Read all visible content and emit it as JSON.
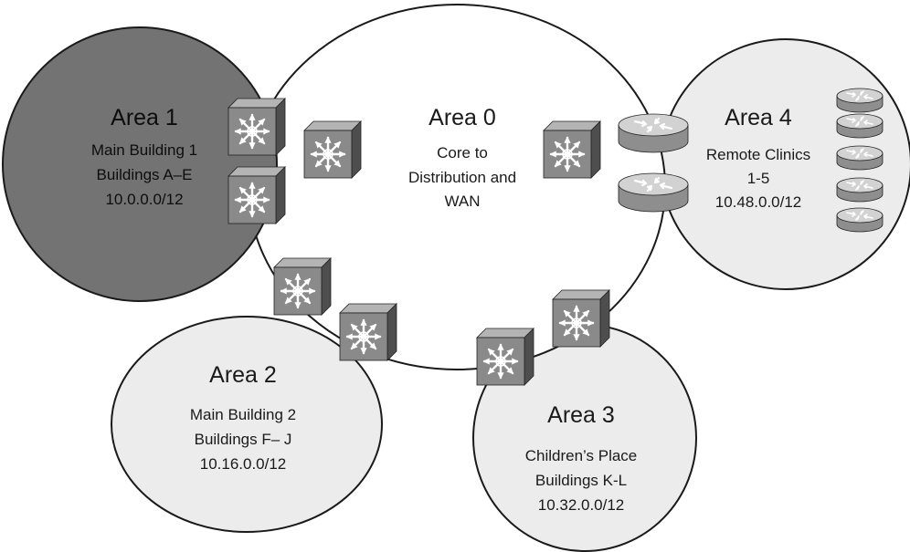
{
  "areas": {
    "area0": {
      "title": "Area 0",
      "lines": [
        "Core to",
        "Distribution and",
        "WAN"
      ]
    },
    "area1": {
      "title": "Area 1",
      "lines": [
        "Main Building 1",
        "Buildings A–E",
        "10.0.0.0/12"
      ]
    },
    "area2": {
      "title": "Area 2",
      "lines": [
        "Main Building 2",
        "Buildings F– J",
        "10.16.0.0/12"
      ]
    },
    "area3": {
      "title": "Area 3",
      "lines": [
        "Children’s Place",
        "Buildings K-L",
        "10.32.0.0/12"
      ]
    },
    "area4": {
      "title": "Area 4",
      "lines": [
        "Remote Clinics",
        "1-5",
        "10.48.0.0/12"
      ]
    }
  },
  "colors": {
    "area0_fill": "#ffffff",
    "area1_fill": "#737373",
    "area_light_fill": "#ececec",
    "outline": "#1a1a1a",
    "switch_front": "#8a8a8a",
    "switch_top": "#b4b4b4",
    "switch_side": "#4e4e4e",
    "router_body": "#bdbdbd"
  },
  "icons": {
    "switch": "multilayer-switch-icon",
    "router": "router-icon"
  }
}
